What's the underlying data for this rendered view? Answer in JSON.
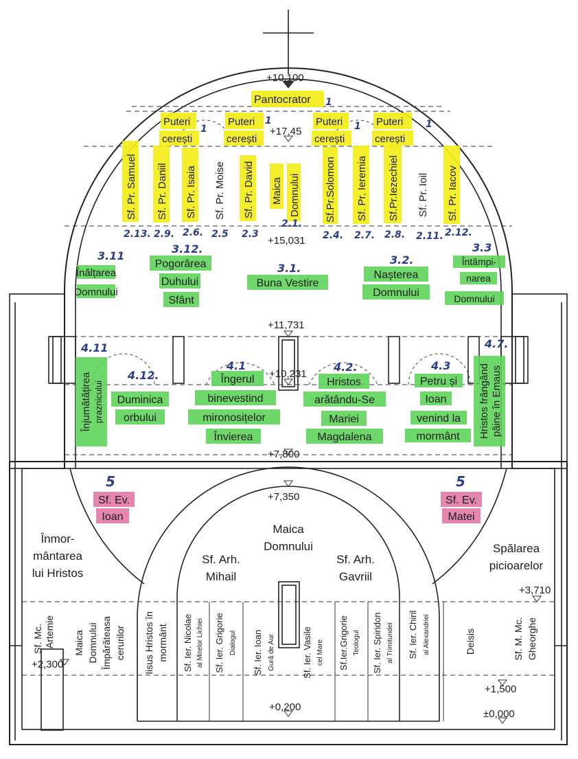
{
  "drawing": {
    "colors": {
      "ink": "#222222",
      "yellow": "#f5ee1a",
      "green": "#5fd45a",
      "pink": "#e37aa9",
      "annotation": "#2c3e88"
    },
    "levels": {
      "l10100": "+10,100",
      "l1745": "+17,45",
      "l15031": "+15,031",
      "l11731": "+11,731",
      "l10231": "+10,231",
      "l7800": "+7,800",
      "l7350": "+7,350",
      "l3710": "+3,710",
      "l2300": "+2,300",
      "l1500": "+1,500",
      "l0200": "+0,200",
      "l0000": "±0,000"
    },
    "vault": {
      "pantocrator": "Pantocrator",
      "puteri_1": [
        "Puteri",
        "cerești"
      ],
      "puteri_2": [
        "Puteri",
        "cerești"
      ],
      "puteri_3": [
        "Puteri",
        "cerești"
      ],
      "puteri_4": [
        "Puteri",
        "cerești"
      ],
      "prophets": {
        "samuel": "Sf. Pr. Samuel",
        "daniil": "Sf. Pr. Daniil",
        "isaia": "Sf. Pr. Isaia",
        "moise": "Sf. Pr. Moise",
        "david": "Sf. Pr. David",
        "maica": [
          "Maica",
          "Domnului"
        ],
        "solomon": "Sf.Pr.Solomon",
        "ieremia": "Sf. Pr. Ieremia",
        "iezechiel": "Sf.Pr.Iezechiel",
        "ioil": "Sf. Pr. Ioil",
        "iacov": "Sf. Pr. Iacov"
      }
    },
    "feasts": {
      "inaltarea": [
        "Înălțarea",
        "Domnului"
      ],
      "pogorarea": [
        "Pogorârea",
        "Duhului",
        "Sfânt"
      ],
      "buna_vestire": "Buna Vestire",
      "nasterea": [
        "Nașterea",
        "Domnului"
      ],
      "intampinarea": [
        "Întâmpi-",
        "narea",
        "Domnului"
      ]
    },
    "lower_register": {
      "injumatatirea": [
        "Înjumătățirea",
        "praznicului"
      ],
      "duminica": [
        "Duminica",
        "orbului"
      ],
      "ingerul": [
        "Îngerul",
        "binevestind",
        "mironosițelor",
        "Învierea"
      ],
      "hristos_maria": [
        "Hristos",
        "arătându-Se",
        "Mariei",
        "Magdalena"
      ],
      "petru": [
        "Petru și",
        "Ioan",
        "venind la",
        "mormânt"
      ],
      "emaus": [
        "Hristos frângând",
        "pâine în Emaus"
      ]
    },
    "evangelists": {
      "ioan": [
        "Sf. Ev.",
        "Ioan"
      ],
      "matei": [
        "Sf. Ev.",
        "Matei"
      ]
    },
    "apse": {
      "maica": [
        "Maica",
        "Domnului"
      ],
      "mihail": [
        "Sf. Arh.",
        "Mihail"
      ],
      "gavriil": [
        "Sf. Arh.",
        "Gavriil"
      ],
      "inmormantarea": [
        "Înmor-",
        "mântarea",
        "lui Hristos"
      ],
      "spalarea": [
        "Spălarea",
        "picioarelor"
      ]
    },
    "bottom": {
      "artemie": [
        "Sf. Mc.",
        "Artemie"
      ],
      "maica_imp": [
        "Maica",
        "Domnului",
        "Împărăteasa",
        "cerurilor"
      ],
      "iisus": [
        "Iisus Hristos în",
        "mormânt"
      ],
      "nicolae": [
        "Sf. Ier. Nicolae",
        "al Mirelor Lichiei"
      ],
      "grigorie_d": [
        "Sf. Ier. Grigorie",
        "Dialogul"
      ],
      "ioan_g": [
        "Sf. Ier. Ioan",
        "Gură de Aur"
      ],
      "vasile": [
        "Sf. Ier. Vasile",
        "cel Mare"
      ],
      "grigorie_t": [
        "Sf.Ier.Grigorie",
        "Teologul"
      ],
      "spiridon": [
        "Sf. Ier. Spiridon",
        "al Trimitundei"
      ],
      "chiril": [
        "Sf. Ier. Chiril",
        "al Alexandriei"
      ],
      "deisis": "Deisis",
      "gheorghe": [
        "Sf. M. Mc.",
        "Gheorghe"
      ]
    },
    "annotations": {
      "a_pant": "1",
      "a_p1": "1",
      "a_p2": "1",
      "a_p3": "1",
      "a_p4": "1",
      "n_samuel": "2.13.",
      "n_daniil": "2.9.",
      "n_isaia": "2.6.",
      "n_moise": "2.5",
      "n_david": "2.3",
      "n_maica": "2.1.",
      "n_solomon": "2.4.",
      "n_ieremia": "2.7.",
      "n_iezechiel": "2.8.",
      "n_ioil": "2.11.",
      "n_iacov": "2.12.",
      "n_inaltarea": "3.11",
      "n_pogorarea": "3.12.",
      "n_buna": "3.1.",
      "n_nasterea": "3.2.",
      "n_intamp": "3.3",
      "n_injum": "4.11",
      "n_duminica": "4.12.",
      "n_ingerul": "4.1",
      "n_hristos": "4.2.",
      "n_petru": "4.3",
      "n_emaus": "4.7.",
      "n_ioan": "5",
      "n_matei": "5"
    }
  }
}
